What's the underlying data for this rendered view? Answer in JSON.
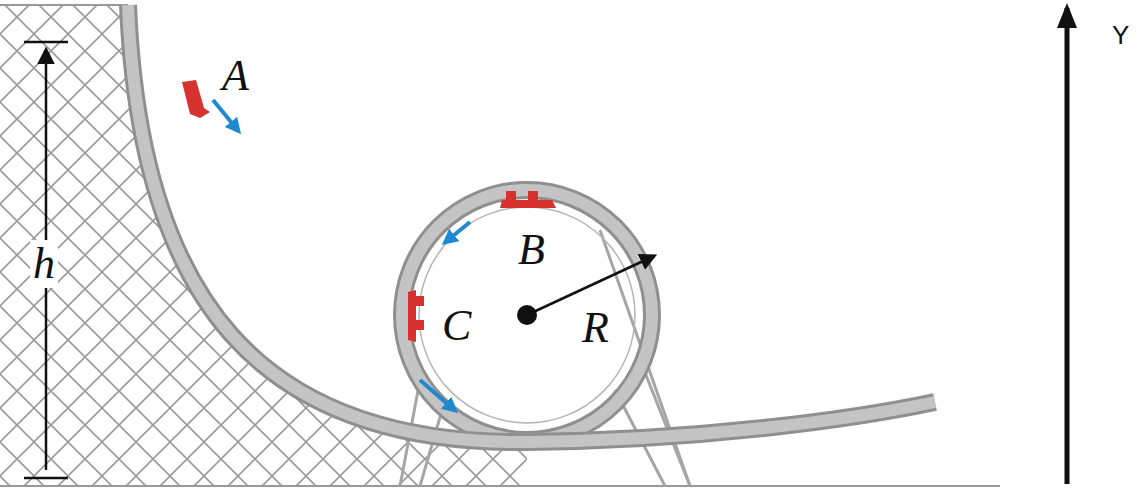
{
  "diagram": {
    "labels": [
      "A",
      "B",
      "C",
      "R",
      "h",
      "Y"
    ]
  }
}
